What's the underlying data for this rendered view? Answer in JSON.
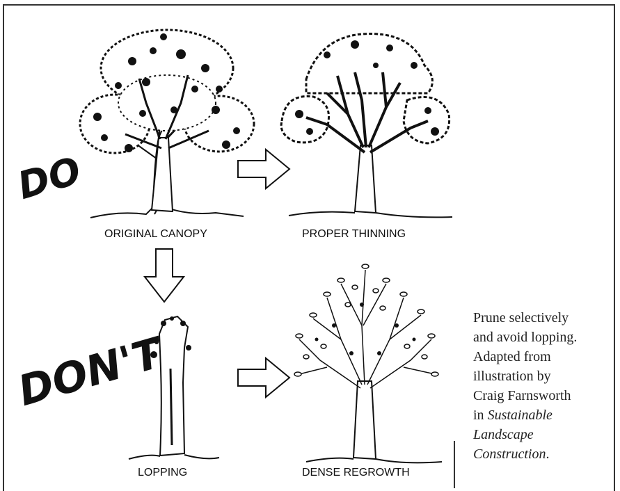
{
  "labels": {
    "do": "DO",
    "dont": "DON'T",
    "original_canopy": "ORIGINAL CANOPY",
    "proper_thinning": "PROPER THINNING",
    "lopping": "LOPPING",
    "dense_regrowth": "DENSE REGROWTH"
  },
  "side_caption": {
    "line1": "Prune selectively",
    "line2": "and avoid lopping.",
    "line3": "Adapted from",
    "line4": "illustration by",
    "line5": "Craig Farnsworth",
    "line6_prefix": "in ",
    "line6_italic": "Sustainable",
    "line7_italic": "Landscape",
    "line8_italic": "Construction",
    "line8_suffix": "."
  },
  "colors": {
    "ink": "#111111",
    "frame": "#333333",
    "paper": "#ffffff"
  }
}
